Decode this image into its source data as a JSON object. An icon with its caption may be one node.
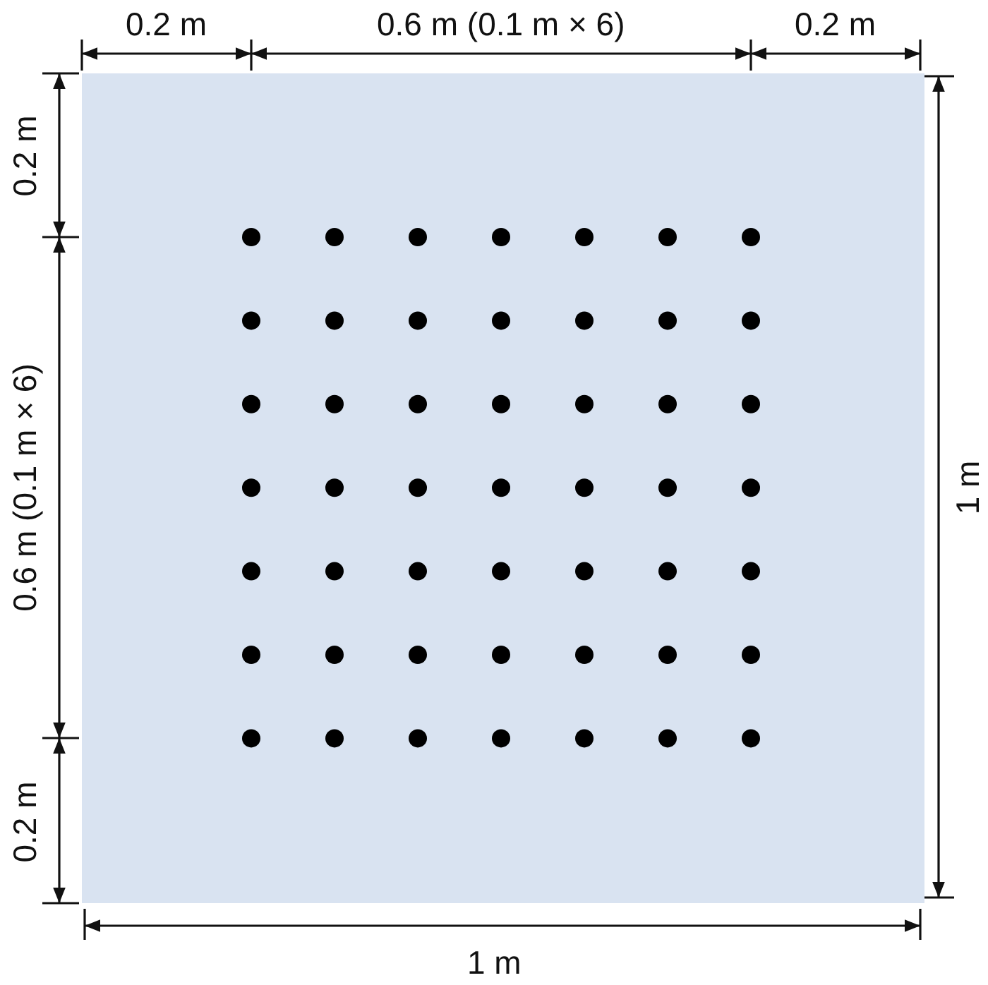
{
  "diagram": {
    "labels": [
      "0.2 m",
      "0.6 m (0.1 m × 6)",
      "0.2 m",
      "0.2 m",
      "0.6 m (0.1 m × 6)",
      "0.2 m",
      "1 m",
      "1 m"
    ]
  }
}
